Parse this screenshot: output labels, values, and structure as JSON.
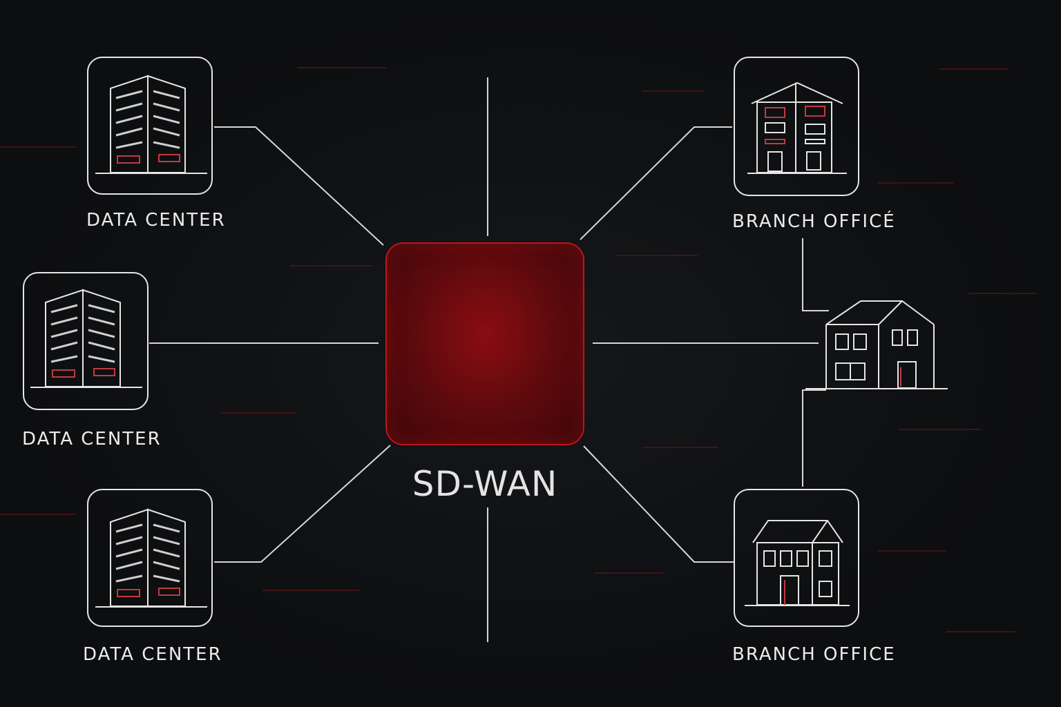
{
  "hub": {
    "label": "SD-WAN",
    "icon": "padlock-icon",
    "accent": "#d61a22"
  },
  "nodes": [
    {
      "id": "dc1",
      "label": "DATA CENTER",
      "icon": "office-building-icon"
    },
    {
      "id": "dc2",
      "label": "DATA CENTER",
      "icon": "office-building-icon"
    },
    {
      "id": "dc3",
      "label": "DATA CENTER",
      "icon": "office-building-icon"
    },
    {
      "id": "br1",
      "label": "BRANCH OFFICÉ",
      "icon": "house-icon"
    },
    {
      "id": "br2",
      "label": "",
      "icon": "house-icon"
    },
    {
      "id": "br3",
      "label": "BRANCH OFFICE",
      "icon": "house-icon"
    }
  ],
  "colors": {
    "background": "#0e0f11",
    "line": "#d8d8d8",
    "accent_red": "#c0141b"
  }
}
